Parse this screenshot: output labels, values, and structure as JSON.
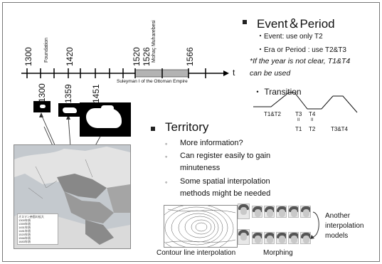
{
  "timeline": {
    "years_top": [
      "1300",
      "1420",
      "1520",
      "1526",
      "1566"
    ],
    "foundation": "Foundation",
    "mohacs": "Mohaç Muharebesi",
    "suleyman": "Suleyman I of the Ottoman Empire",
    "axis_label": "t",
    "years_bottom": [
      "1300",
      "1359",
      "1451"
    ]
  },
  "event_period": {
    "heading": "Event＆Period",
    "items": [
      "・Event: use only T2",
      "・Era or Period : use T2&T3"
    ],
    "note_line1": "*If the year is not clear, T1&T4",
    "note_line2": "can be used",
    "transition": "・ Transition",
    "labels": {
      "t1t2": "T1&T2",
      "t3": "T3",
      "t4": "T4",
      "eq1": "II",
      "eq2": "II",
      "t1": "T1",
      "t2": "T2",
      "t3t4": "T3&T4"
    }
  },
  "territory": {
    "heading": "Territory",
    "items": [
      "More information?",
      "Can register easily to gain",
      "minuteness",
      "Some spatial interpolation",
      "methods might be needed"
    ],
    "bullet_glyph": "◦"
  },
  "bottom": {
    "contour_caption": "Contour line interpolation",
    "morph_caption": "Morphing",
    "another_line1": "Another",
    "another_line2": "interpolation",
    "another_line3": "models"
  },
  "map_legend": [
    "オスマン帝国の拡大",
    "1300年頃",
    "1359年頃",
    "1451年頃",
    "1481年頃",
    "1520年頃",
    "1566年頃",
    "1683年頃"
  ]
}
